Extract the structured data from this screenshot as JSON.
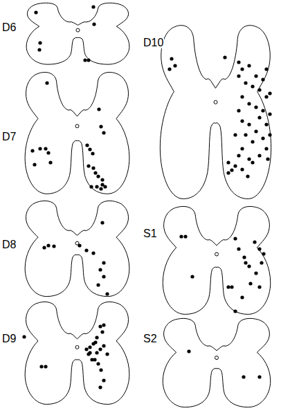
{
  "diagram": {
    "labels": [
      "D6",
      "D7",
      "D8",
      "D9",
      "D10",
      "S1",
      "S2"
    ]
  }
}
